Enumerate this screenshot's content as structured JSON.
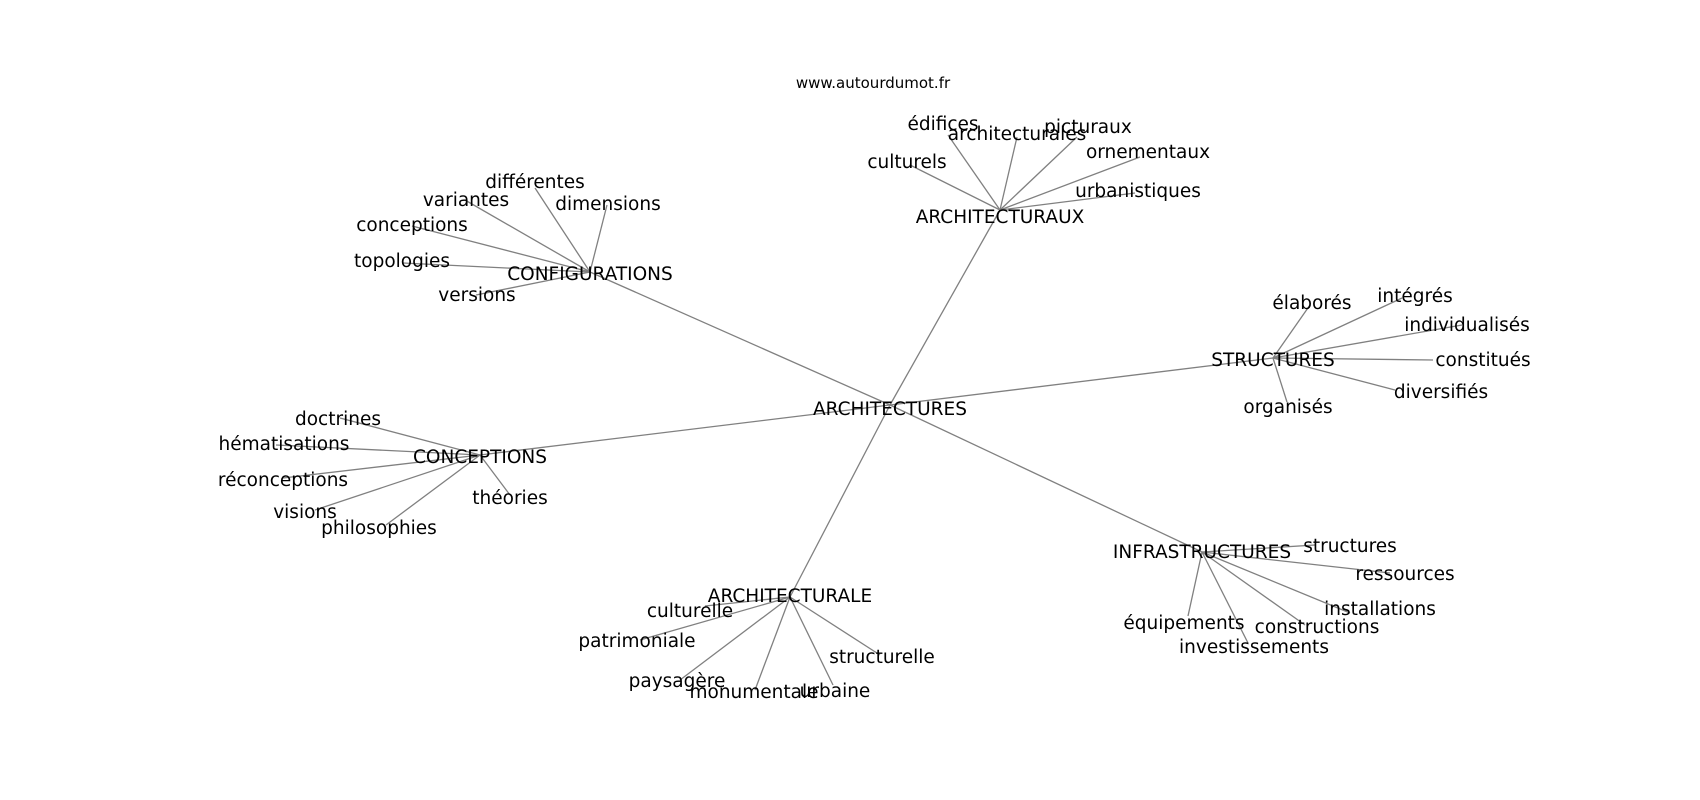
{
  "source": "www.autourdumot.fr",
  "graph": {
    "root": "ARCHITECTURES",
    "branches": [
      {
        "hub": "ARCHITECTURAUX",
        "leaves": [
          "édifices",
          "architecturales",
          "picturaux",
          "ornementaux",
          "culturels",
          "urbanistiques"
        ]
      },
      {
        "hub": "CONFIGURATIONS",
        "leaves": [
          "différentes",
          "variantes",
          "dimensions",
          "conceptions",
          "topologies",
          "versions"
        ]
      },
      {
        "hub": "STRUCTURES",
        "leaves": [
          "élaborés",
          "intégrés",
          "individualisés",
          "constitués",
          "diversifiés",
          "organisés"
        ]
      },
      {
        "hub": "CONCEPTIONS",
        "leaves": [
          "doctrines",
          "hématisations",
          "réconceptions",
          "visions",
          "philosophies",
          "théories"
        ]
      },
      {
        "hub": "INFRASTRUCTURES",
        "leaves": [
          "structures",
          "ressources",
          "installations",
          "équipements",
          "constructions",
          "investissements"
        ]
      },
      {
        "hub": "ARCHITECTURALE",
        "leaves": [
          "culturelle",
          "patrimoniale",
          "paysagère",
          "monumentale",
          "urbaine",
          "structurelle"
        ]
      }
    ]
  }
}
